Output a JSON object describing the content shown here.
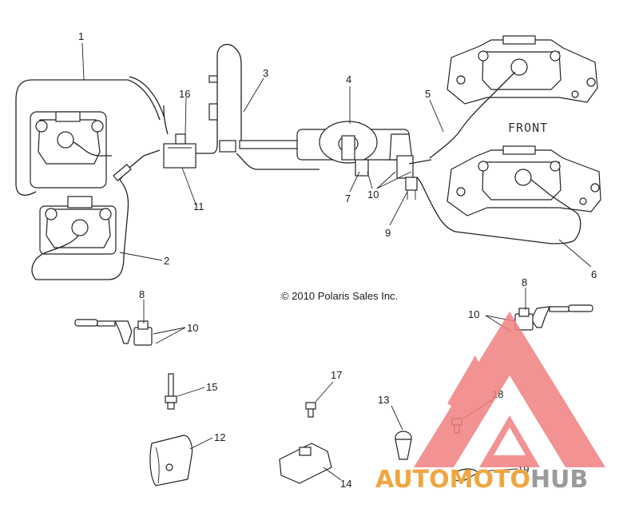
{
  "diagram": {
    "callouts": [
      "1",
      "2",
      "3",
      "4",
      "5",
      "6",
      "7",
      "8",
      "8",
      "9",
      "10",
      "10",
      "10",
      "11",
      "12",
      "13",
      "14",
      "15",
      "16",
      "17",
      "18",
      "19"
    ],
    "front_label": "FRONT",
    "copyright": "© 2010 Polaris Sales Inc."
  },
  "watermark": {
    "word_auto": "AUTO",
    "word_moto": "MOTO",
    "word_hub": "HUB",
    "colors": {
      "triangle": "#f08080",
      "auto": "#f0a640",
      "hub": "#9a9a9a"
    }
  }
}
